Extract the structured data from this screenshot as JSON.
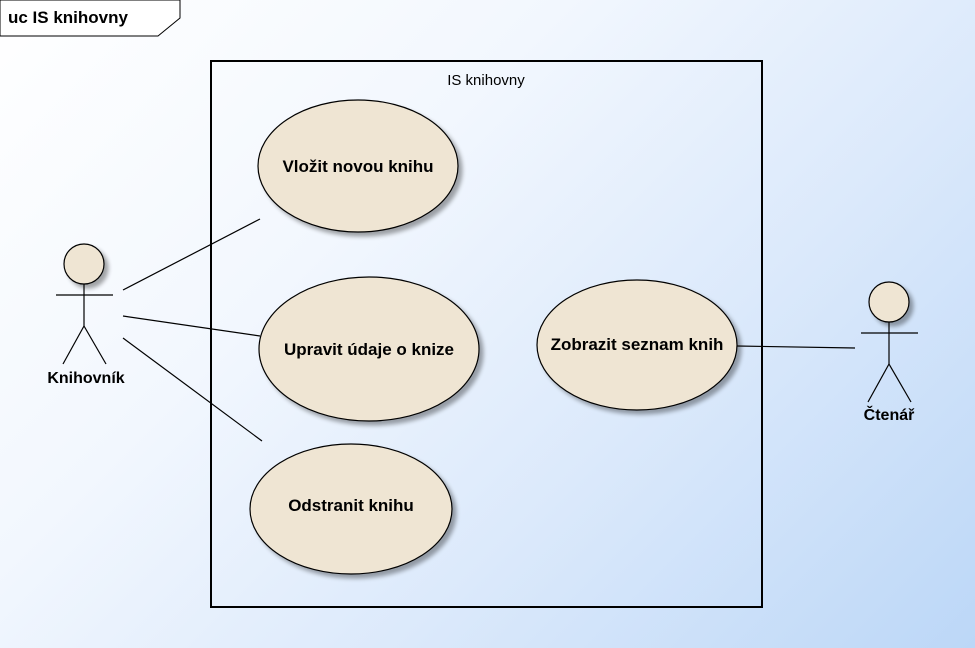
{
  "frame": {
    "title": "uc IS knihovny"
  },
  "system": {
    "name": "IS knihovny"
  },
  "actors": {
    "librarian": {
      "name": "Knihovník"
    },
    "reader": {
      "name": "Čtenář"
    }
  },
  "use_cases": {
    "add_book": "Vložit novou knihu",
    "edit_book": "Upravit údaje o knize",
    "remove_book": "Odstranit knihu",
    "list_books": "Zobrazit seznam knih"
  },
  "colors": {
    "use_case_fill": "#efe5d3",
    "actor_head_fill": "#efe5d3",
    "line": "#000000",
    "background_start": "#ffffff",
    "background_end": "#bcd7f7"
  }
}
